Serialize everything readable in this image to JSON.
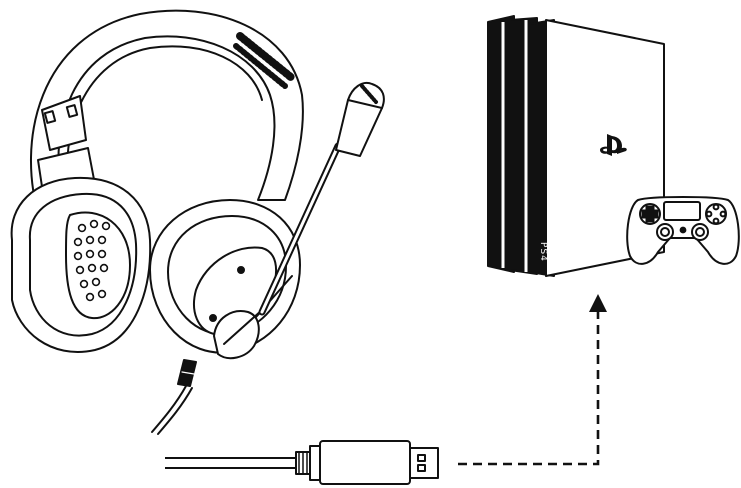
{
  "diagram": {
    "components": {
      "headset": "headset-icon",
      "usb_plug": "usb-plug-icon",
      "console": "game-console-icon",
      "controller": "gamepad-icon",
      "console_logo": "playstation-logo-icon"
    },
    "console_text": "PS4",
    "connection": {
      "style": "dashed",
      "direction": "usb-to-console"
    },
    "colors": {
      "line": "#111111",
      "fill": "#ffffff"
    }
  }
}
